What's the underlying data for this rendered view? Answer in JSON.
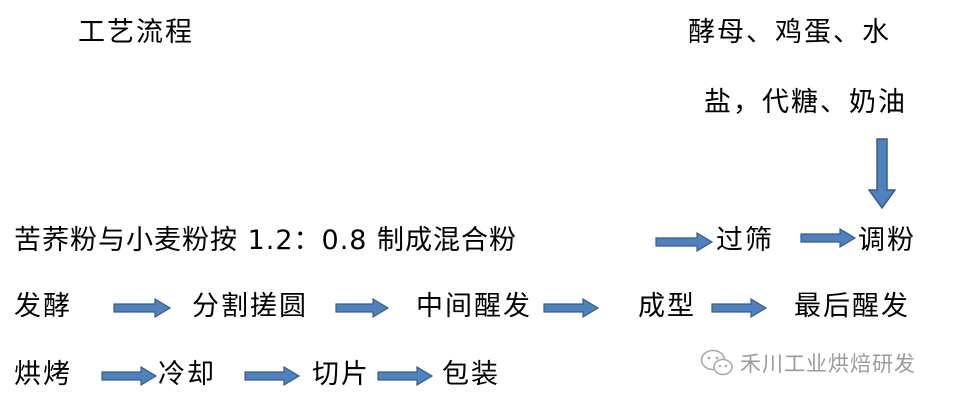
{
  "title": "工艺流程",
  "ingredients": {
    "line1": "酵母、鸡蛋、水",
    "line2": "盐，代糖、奶油"
  },
  "steps": {
    "mix": "苦荞粉与小麦粉按 1.2：0.8 制成混合粉",
    "sieve": "过筛",
    "blend": "调粉",
    "ferment": "发酵",
    "divide": "分割搓圆",
    "intermediate_proof": "中间醒发",
    "shape": "成型",
    "final_proof": "最后醒发",
    "bake": "烘烤",
    "cool": "冷却",
    "slice": "切片",
    "pack": "包装"
  },
  "watermark": {
    "text": "禾川工业烘焙研发",
    "icon": "wechat-icon"
  },
  "colors": {
    "arrow_fill": "#4f81bd",
    "arrow_stroke": "#385d8a",
    "text": "#000000",
    "watermark": "#9a9a9a"
  }
}
